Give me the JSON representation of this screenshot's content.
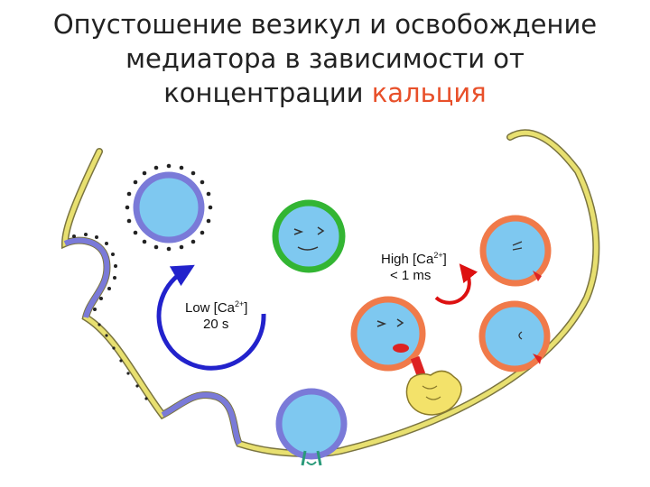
{
  "title": {
    "line1": "Опустошение везикул и освобождение",
    "line2": "медиатора в зависимости от",
    "line3_prefix": "концентрации ",
    "line3_accent": "кальция"
  },
  "labels": {
    "low": {
      "prefix": "Low [Ca",
      "sup": "2+",
      "suffix": "]",
      "time": "20 s"
    },
    "high": {
      "prefix": "High [Ca",
      "sup": "2+",
      "suffix": "]",
      "time": "< 1 ms"
    }
  },
  "colors": {
    "cell_membrane": "#e8e070",
    "membrane_outline": "#7a7440",
    "vesicle_fill": "#7ec8f0",
    "vesicle_blue_ring": "#7a7ad8",
    "vesicle_green_ring": "#33b533",
    "vesicle_orange_ring": "#f07a4a",
    "low_arrow": "#2222cc",
    "high_arrow": "#dd1111",
    "accent_text": "#e8502a"
  }
}
